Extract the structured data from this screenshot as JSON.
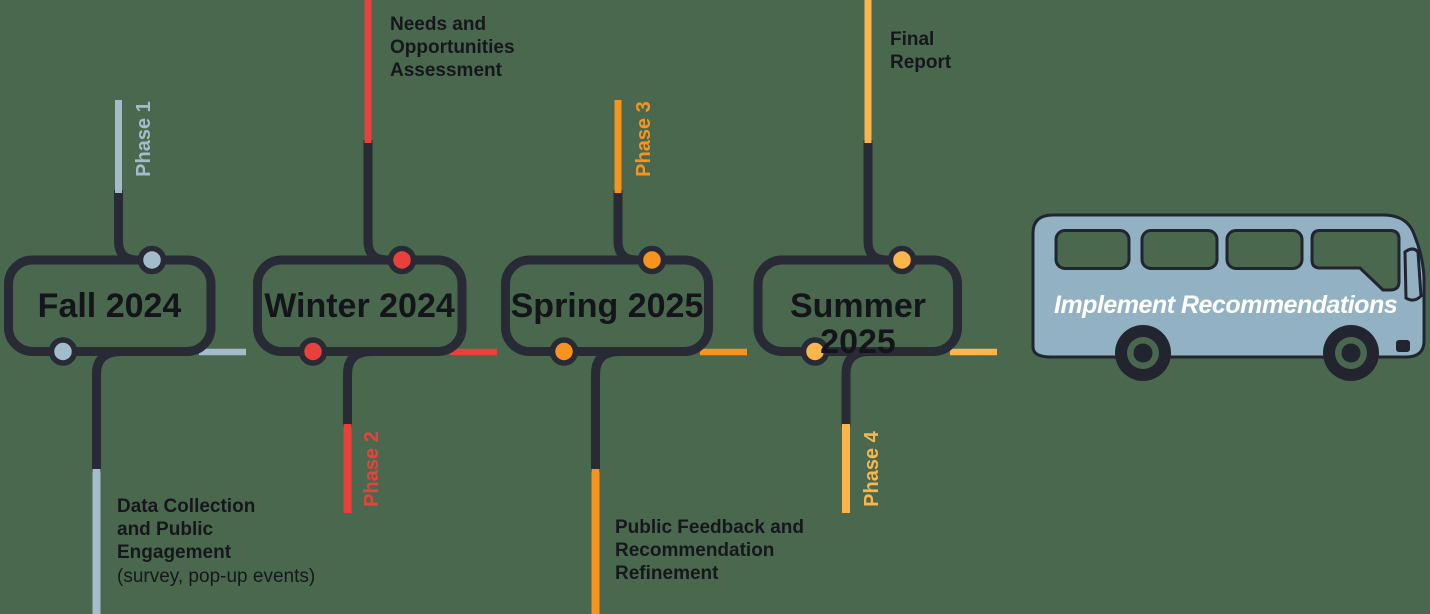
{
  "colors": {
    "background": "#4a684e",
    "line_dark": "#282a36",
    "phase1_blue": "#a3bccb",
    "phase2_red": "#e8413c",
    "phase3_orange": "#f7941e",
    "phase4_amber": "#fbb54b",
    "bus_body": "#92b2c4",
    "label_text": "#16171c",
    "bus_label_text": "#ffffff"
  },
  "phases": [
    {
      "season": "Fall 2024",
      "phase_label": "Phase 1",
      "color": "#a3bccb",
      "bottom_label": "Data Collection\nand Public\nEngagement",
      "bottom_note": "(survey, pop-up events)"
    },
    {
      "season": "Winter 2024",
      "phase_label": "Phase 2",
      "color": "#e8413c",
      "top_label": "Needs and\nOpportunities\nAssessment"
    },
    {
      "season": "Spring 2025",
      "phase_label": "Phase 3",
      "color": "#f7941e",
      "bottom_label": "Public Feedback and\nRecommendation\nRefinement"
    },
    {
      "season": "Summer 2025",
      "phase_label": "Phase 4",
      "color": "#fbb54b",
      "top_label": "Final\nReport"
    }
  ],
  "bus": {
    "label": "Implement Recommendations"
  }
}
